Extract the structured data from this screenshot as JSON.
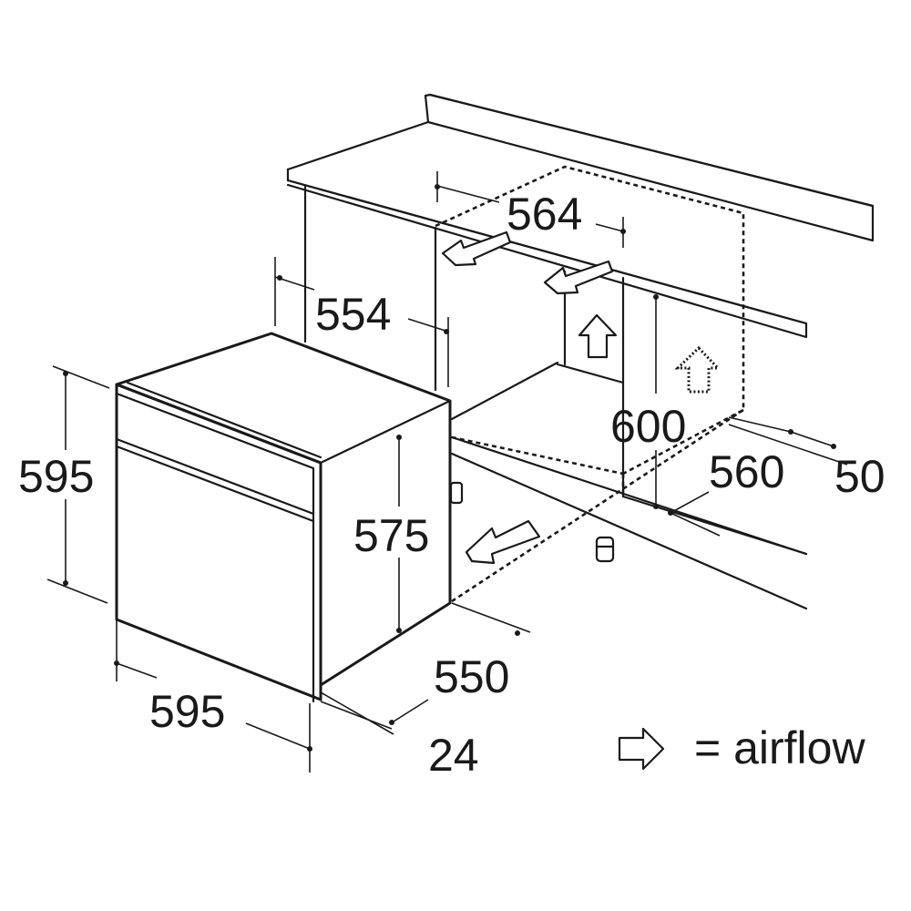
{
  "dimensions": {
    "niche_width": "564",
    "niche_side_depth": "554",
    "niche_height": "600",
    "niche_depth": "560",
    "gap_rear": "50",
    "oven_height": "595",
    "oven_body_height": "575",
    "oven_width": "595",
    "oven_depth": "550",
    "door_thickness": "24"
  },
  "legend": {
    "icon": "outline-arrow-icon",
    "label": "= airflow"
  }
}
